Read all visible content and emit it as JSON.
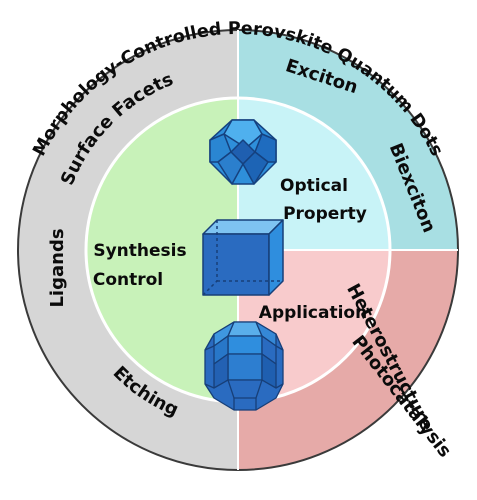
{
  "diagram": {
    "title": "Morphology-Controlled Perovskite Quantum Dots",
    "outer_ring": {
      "left": [
        "Surface Facets",
        "Ligands",
        "Etching"
      ],
      "top_right": [
        "Exciton",
        "Biexciton"
      ],
      "bottom_right": [
        "Heterostructure",
        "Photocatalysis"
      ]
    },
    "inner": {
      "synthesis": [
        "Synthesis",
        "Control"
      ],
      "optical": [
        "Optical",
        "Property"
      ],
      "application": "Application"
    },
    "colors": {
      "outer_left": "#d6d6d6",
      "outer_top_right": "#a8dfe3",
      "outer_bottom_right": "#e6aaa8",
      "inner_left": "#c8f2b9",
      "inner_top_right": "#c8f3f7",
      "inner_bottom_right": "#f8cbcc",
      "ring_stroke": "#3a3a3a",
      "crystal_light": "#34a3e6",
      "crystal_dark": "#1f5fb0"
    },
    "icons": [
      "truncated-octahedron-icon",
      "cube-icon",
      "rhombicuboctahedron-icon"
    ]
  }
}
